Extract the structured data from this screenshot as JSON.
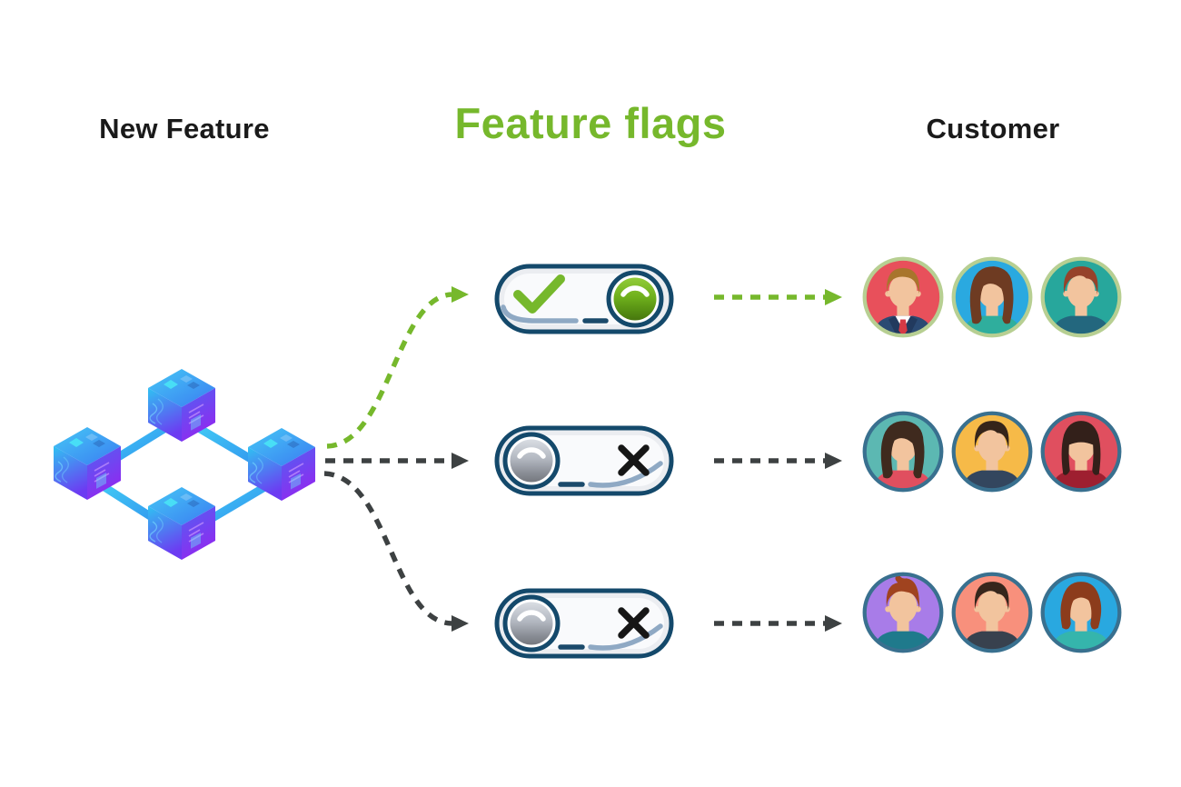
{
  "headings": {
    "left": "New Feature",
    "center": "Feature flags",
    "right": "Customer"
  },
  "colors": {
    "title_green": "#76b82c",
    "heading_dark": "#1a1a1a",
    "arrow_green": "#76b82c",
    "arrow_dark": "#3d4142",
    "toggle_border": "#14496b",
    "toggle_fill": "#ebedf1",
    "toggle_inner": "#f9fafc",
    "toggle_accent_light": "#8fa9c4",
    "toggle_dash_navy": "#1b4a6b",
    "check_green": "#76b82c",
    "x_black": "#161616",
    "knob_on_green": "#6fb01c",
    "knob_off_gray": "#b3b8c1",
    "skin": "#f2c49e",
    "cube_cyan": "#2fc2f2",
    "cube_blue": "#3a7cf2",
    "cube_purple": "#9029f0",
    "link_blue": "#34aef2"
  },
  "network": {
    "icon": "blockchain-cubes-icon",
    "node_count": 4
  },
  "feature_flags": {
    "toggles": [
      {
        "id": 1,
        "state": "on",
        "icon": "check-icon"
      },
      {
        "id": 2,
        "state": "off",
        "icon": "x-icon"
      },
      {
        "id": 3,
        "state": "off",
        "icon": "x-icon"
      }
    ]
  },
  "customers": {
    "rows": [
      {
        "avatars": [
          {
            "bg": "#e8505b",
            "border": "#b7cf92",
            "hair": "#a8752c",
            "shirt": "#2b4a73",
            "style": "short",
            "suit": {
              "lapel": "#223a5e",
              "tie": "#d63a45",
              "shirt": "#ffffff"
            }
          },
          {
            "bg": "#2aa9e0",
            "border": "#b7cf92",
            "hair": "#6e3b22",
            "shirt": "#2fae9d",
            "style": "side"
          },
          {
            "bg": "#27a79c",
            "border": "#b7cf92",
            "hair": "#96422a",
            "shirt": "#23677e",
            "style": "messy"
          }
        ]
      },
      {
        "avatars": [
          {
            "bg": "#5cb8b2",
            "border": "#39708f",
            "hair": "#3f2a1e",
            "shirt": "#e04f5f",
            "style": "side"
          },
          {
            "bg": "#f6ba48",
            "border": "#39708f",
            "hair": "#35241a",
            "shirt": "#33465e",
            "style": "messy"
          },
          {
            "bg": "#e04f5f",
            "border": "#39708f",
            "hair": "#33201a",
            "shirt": "#9e1f30",
            "style": "bangs"
          }
        ]
      },
      {
        "avatars": [
          {
            "bg": "#a87ce8",
            "border": "#39708f",
            "hair": "#a0431f",
            "shirt": "#1f7a8c",
            "style": "spiky"
          },
          {
            "bg": "#f8907c",
            "border": "#39708f",
            "hair": "#36261c",
            "shirt": "#38414e",
            "style": "messy"
          },
          {
            "bg": "#29a8e0",
            "border": "#39708f",
            "hair": "#8c3c1c",
            "shirt": "#35b5ac",
            "style": "bob"
          }
        ]
      }
    ]
  }
}
